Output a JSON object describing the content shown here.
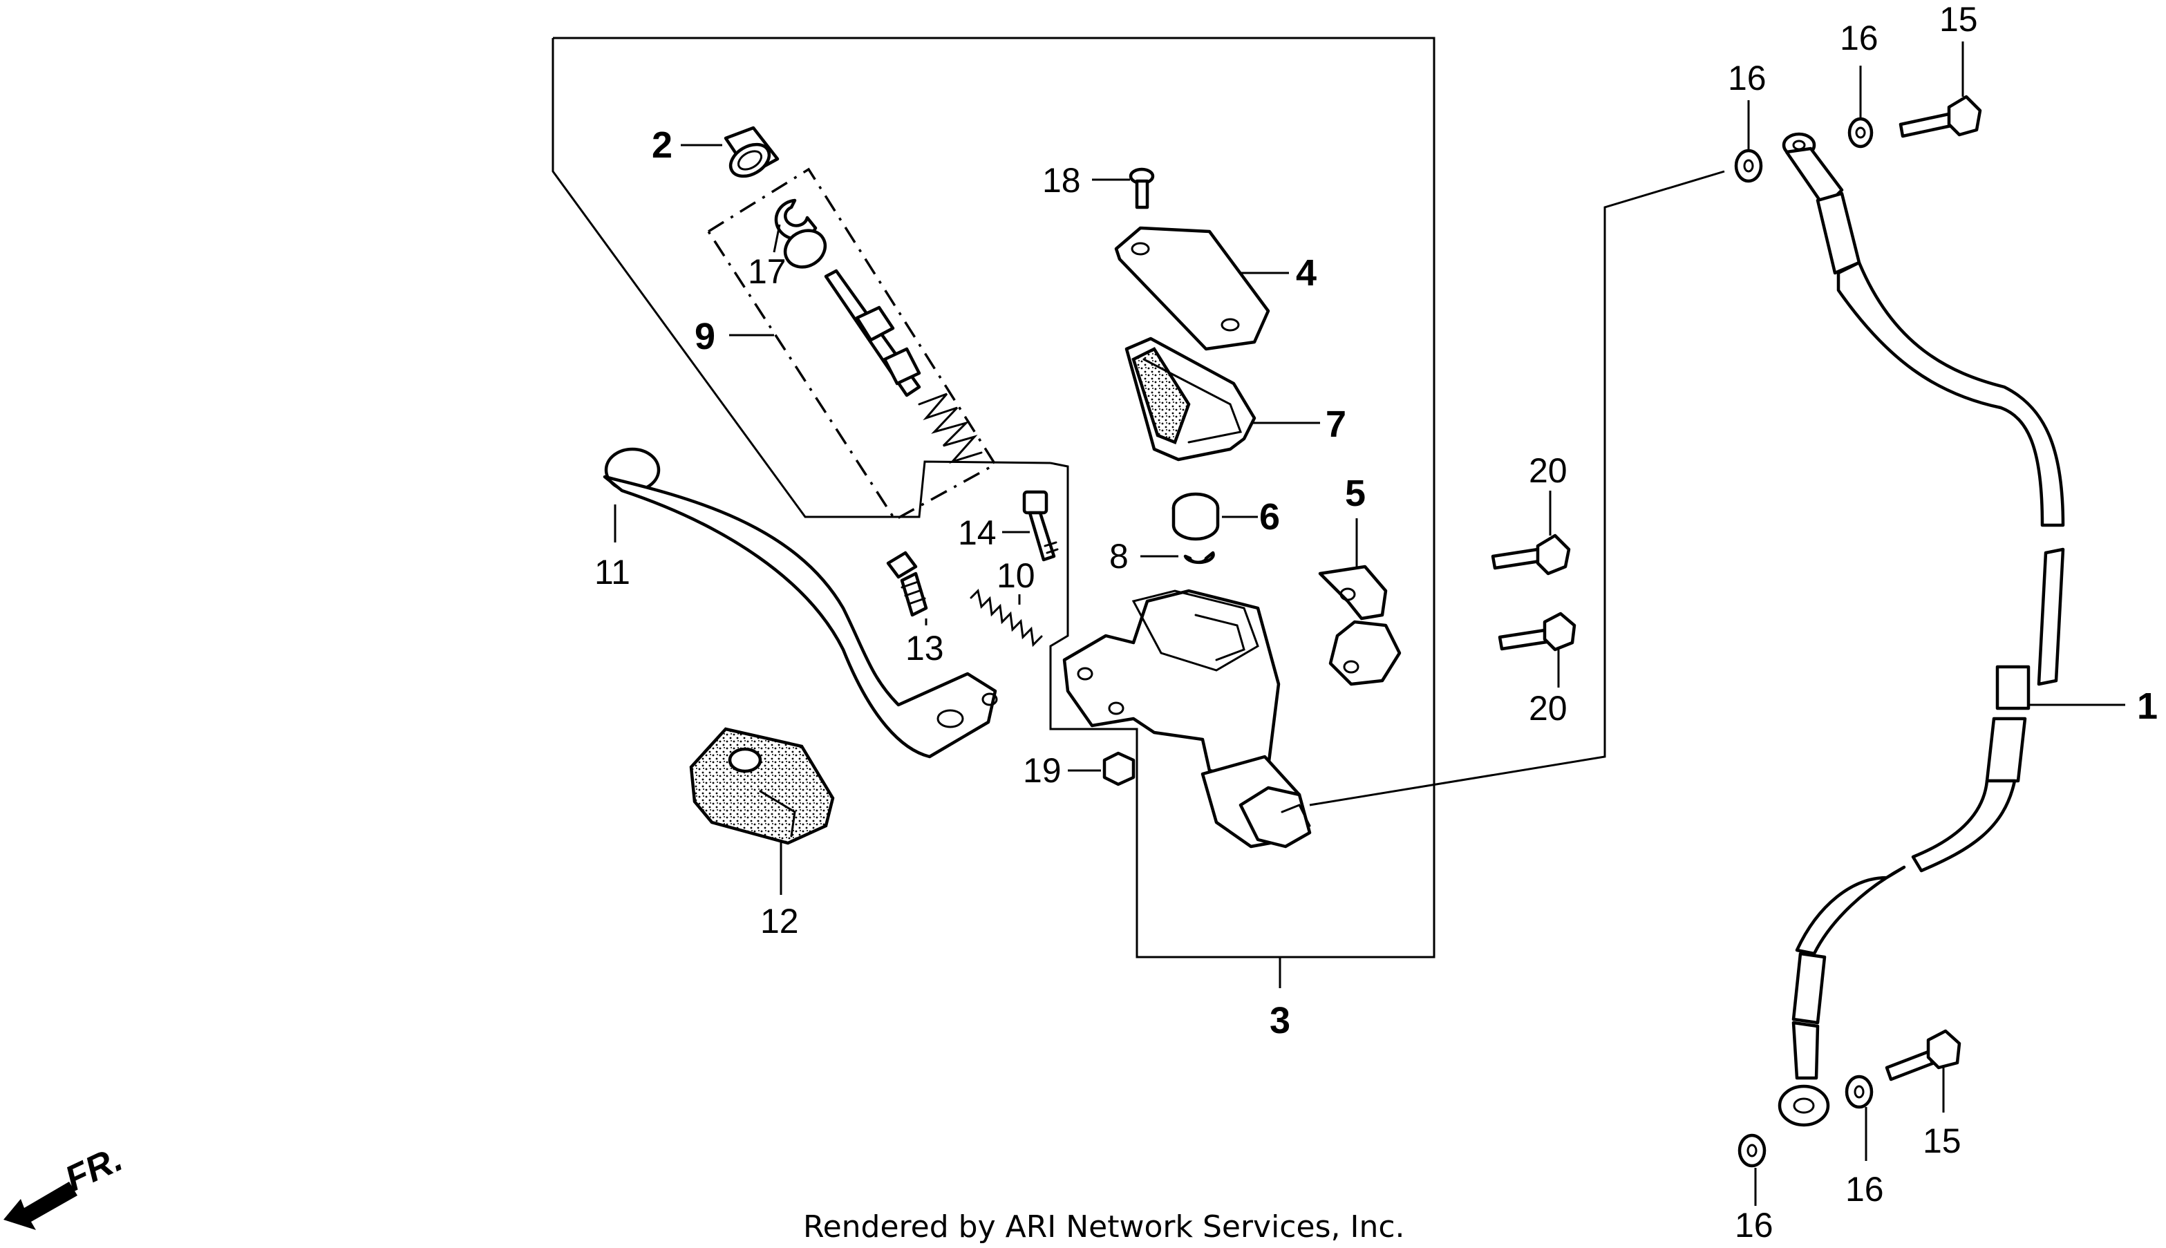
{
  "diagram": {
    "callouts": [
      {
        "id": "c1",
        "label": "1"
      },
      {
        "id": "c2",
        "label": "2"
      },
      {
        "id": "c3",
        "label": "3"
      },
      {
        "id": "c4",
        "label": "4"
      },
      {
        "id": "c5",
        "label": "5"
      },
      {
        "id": "c6",
        "label": "6"
      },
      {
        "id": "c7",
        "label": "7"
      },
      {
        "id": "c8",
        "label": "8"
      },
      {
        "id": "c9",
        "label": "9"
      },
      {
        "id": "c10",
        "label": "10"
      },
      {
        "id": "c11",
        "label": "11"
      },
      {
        "id": "c12",
        "label": "12"
      },
      {
        "id": "c13",
        "label": "13"
      },
      {
        "id": "c14",
        "label": "14"
      },
      {
        "id": "c15a",
        "label": "15"
      },
      {
        "id": "c15b",
        "label": "15"
      },
      {
        "id": "c16a",
        "label": "16"
      },
      {
        "id": "c16b",
        "label": "16"
      },
      {
        "id": "c16c",
        "label": "16"
      },
      {
        "id": "c16d",
        "label": "16"
      },
      {
        "id": "c17",
        "label": "17"
      },
      {
        "id": "c18",
        "label": "18"
      },
      {
        "id": "c19",
        "label": "19"
      },
      {
        "id": "c20a",
        "label": "20"
      },
      {
        "id": "c20b",
        "label": "20"
      }
    ],
    "direction_label": "FR.",
    "footer": "Rendered by ARI Network Services, Inc."
  }
}
